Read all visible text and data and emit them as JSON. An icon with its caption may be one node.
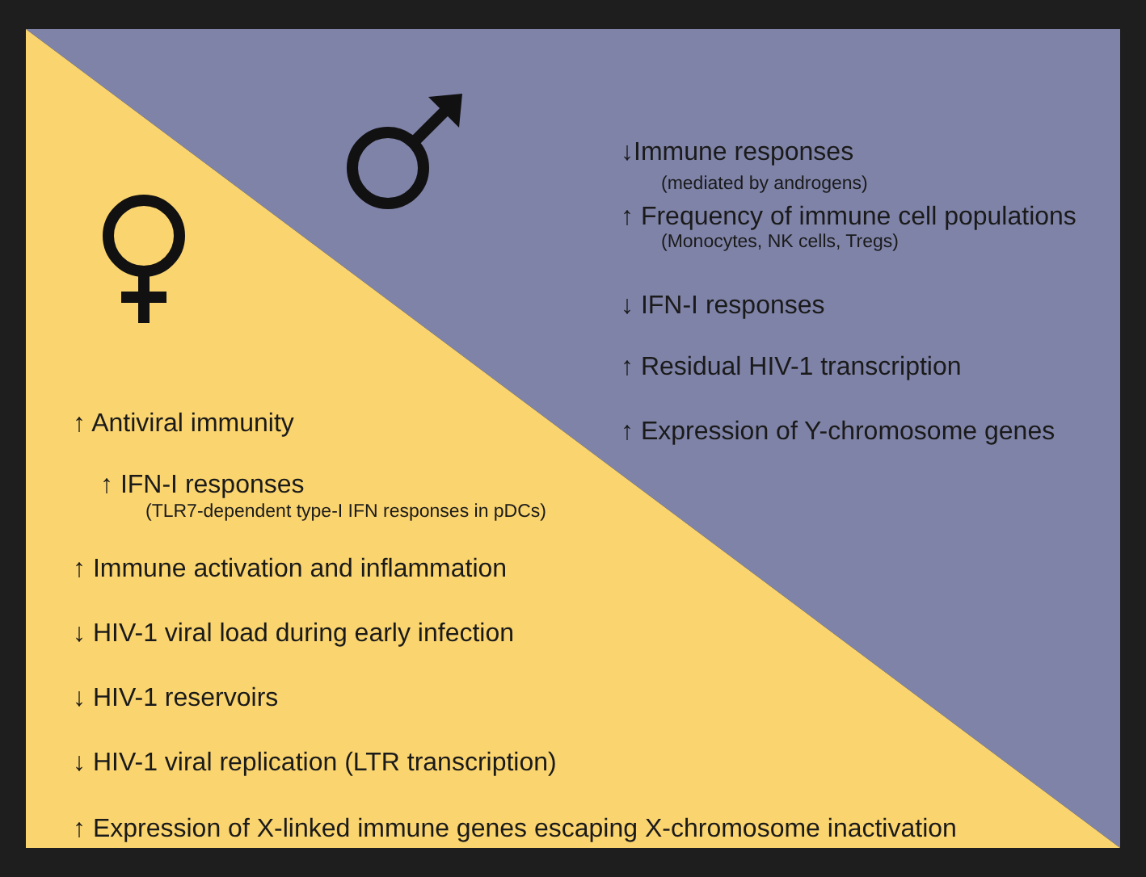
{
  "diagram": {
    "nodes": [
      {
        "text": [
          "↓Immune responses",
          "(mediated by androgens)",
          "↑ Frequency of immune cell populations",
          "(Monocytes, NK cells, Tregs)",
          "↓ IFN-I responses",
          "↑ Residual HIV-1 transcription",
          "↑ Expression of Y-chromosome genes"
        ]
      },
      {
        "text": [
          "↑ Antiviral immunity",
          "↑  IFN-I responses",
          "(TLR7-dependent type-I IFN responses in pDCs)",
          "↑ Immune activation and inflammation",
          "↓ HIV-1 viral load during early infection",
          "↓ HIV-1 reservoirs",
          "↓ HIV-1 viral replication (LTR transcription)",
          "↑ Expression of X-linked immune genes escaping X-chromosome inactivation"
        ]
      }
    ]
  }
}
